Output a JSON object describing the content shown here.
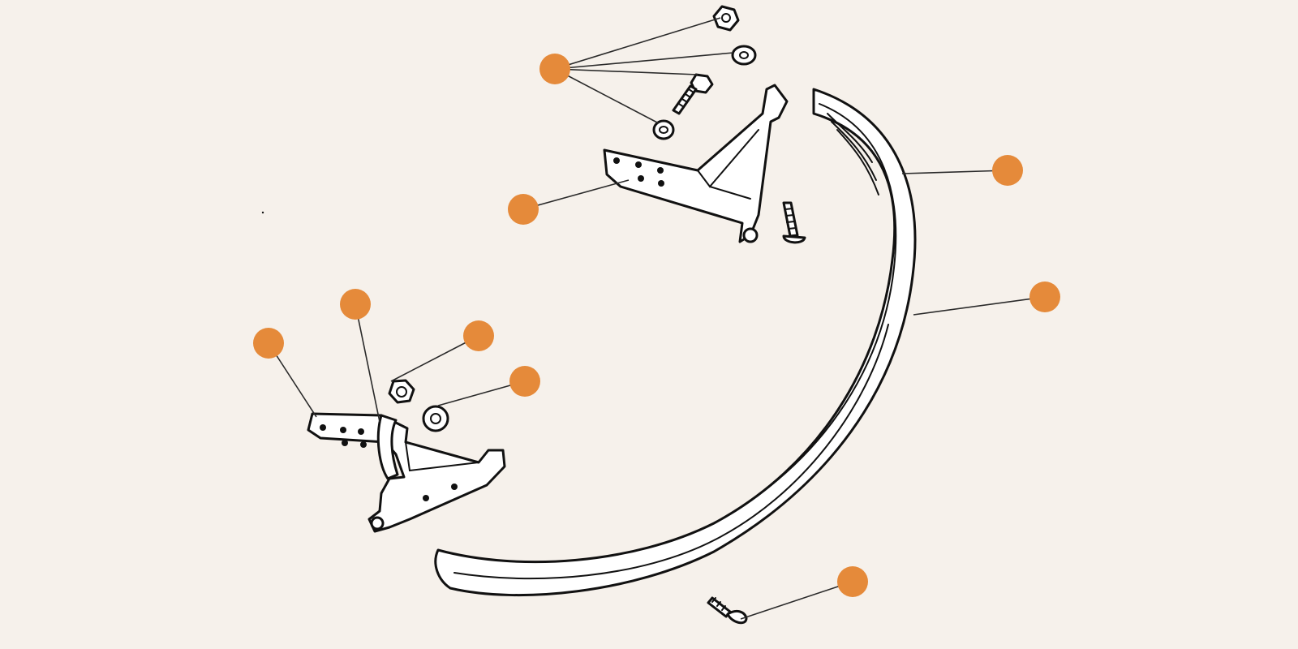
{
  "colors": {
    "background": "#f6f1eb",
    "callout": "#e58a3a",
    "ink": "#111111"
  },
  "icons": {
    "callout_marker": "orange-circle",
    "parts": [
      "hex-nut-icon",
      "washer-icon",
      "hex-bolt-icon",
      "carriage-bolt-icon",
      "bumper-bar-icon",
      "mounting-bracket-icon"
    ]
  },
  "callouts": [
    {
      "id": "callout-1"
    },
    {
      "id": "callout-2"
    },
    {
      "id": "callout-3"
    },
    {
      "id": "callout-4"
    },
    {
      "id": "callout-5"
    },
    {
      "id": "callout-6"
    },
    {
      "id": "callout-7"
    },
    {
      "id": "callout-8"
    },
    {
      "id": "callout-9"
    },
    {
      "id": "callout-10"
    }
  ]
}
